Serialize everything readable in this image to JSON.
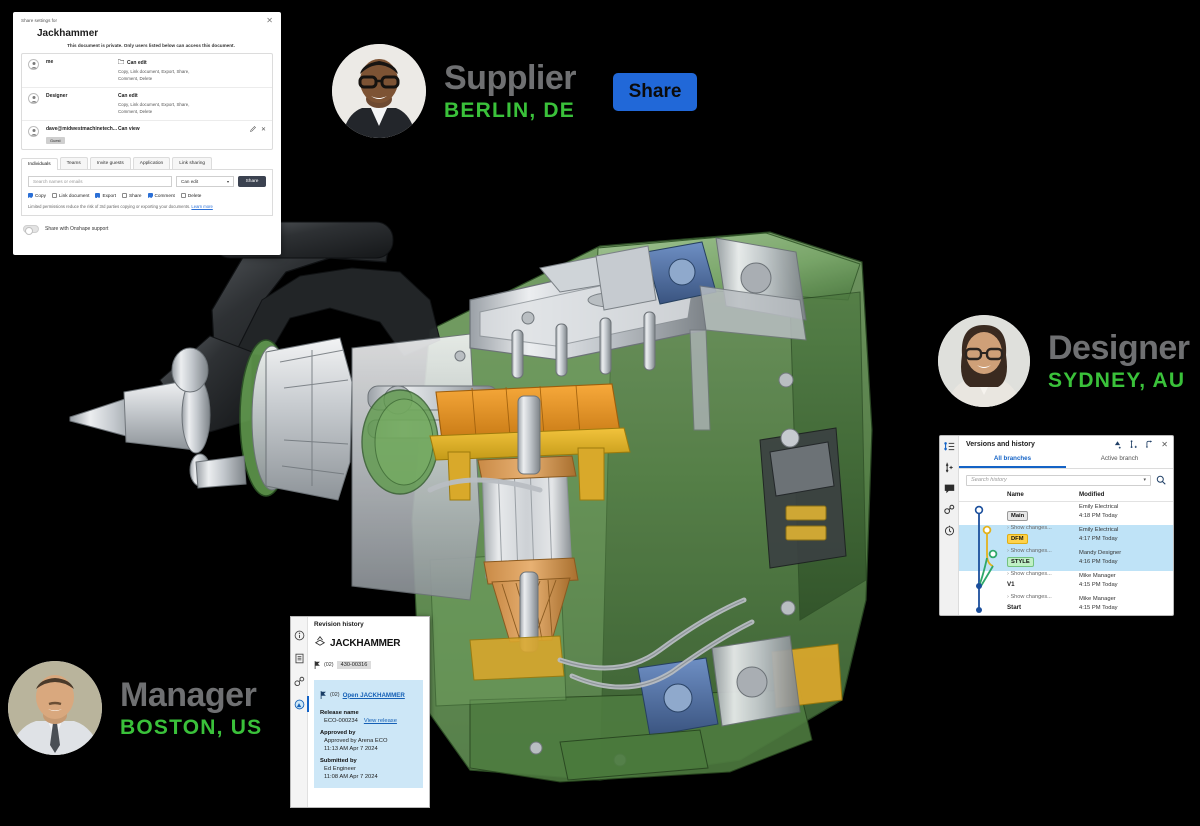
{
  "share_button": {
    "label": "Share"
  },
  "personas": [
    {
      "role": "Supplier",
      "location": "BERLIN, DE",
      "avatar": "supplier-avatar"
    },
    {
      "role": "Designer",
      "location": "SYDNEY, AU",
      "avatar": "designer-avatar"
    },
    {
      "role": "Manager",
      "location": "BOSTON, US",
      "avatar": "manager-avatar"
    }
  ],
  "share_dialog": {
    "header_label": "Share settings for",
    "close_icon": "close-icon",
    "title": "Jackhammer",
    "subtitle": "This document is private. Only users listed below can access this document.",
    "rows": [
      {
        "name": "me",
        "permission": "Can edit",
        "detail": "Copy, Link document, Export, Share, Comment, Delete",
        "badge": "",
        "has_folder_icon": true,
        "has_edit_icon": false
      },
      {
        "name": "Designer",
        "permission": "Can edit",
        "detail": "Copy, Link document, Export, Share, Comment, Delete",
        "badge": "",
        "has_folder_icon": false,
        "has_edit_icon": false
      },
      {
        "name": "dave@midwestmachinetech...",
        "permission": "Can view",
        "detail": "",
        "badge": "Guest",
        "has_folder_icon": false,
        "has_edit_icon": true
      }
    ],
    "tabs": [
      {
        "label": "Individuals",
        "active": true
      },
      {
        "label": "Teams",
        "active": false
      },
      {
        "label": "Invite guests",
        "active": false
      },
      {
        "label": "Application",
        "active": false
      },
      {
        "label": "Link sharing",
        "active": false
      }
    ],
    "search_placeholder": "Search names or emails",
    "permission_select": "Can edit",
    "share_label": "Share",
    "checkboxes": [
      {
        "label": "Copy",
        "checked": true
      },
      {
        "label": "Link document",
        "checked": false
      },
      {
        "label": "Export",
        "checked": true
      },
      {
        "label": "Share",
        "checked": false
      },
      {
        "label": "Comment",
        "checked": true
      },
      {
        "label": "Delete",
        "checked": false
      }
    ],
    "note": "Limited permissions reduce the risk of 3rd parties copying or exporting your documents.",
    "note_link": "Learn more",
    "support_toggle_label": "Share with Onshape support",
    "support_toggle_on": false
  },
  "versions_panel": {
    "title": "Versions and history",
    "rail_icons": [
      "versions-list-icon",
      "add-version-icon",
      "comment-icon",
      "link-icon",
      "history-clock-icon"
    ],
    "header_icons": [
      "create-version-icon",
      "create-branch-icon",
      "restore-icon",
      "close-icon"
    ],
    "tabs": [
      {
        "label": "All branches",
        "active": true
      },
      {
        "label": "Active branch",
        "active": false
      }
    ],
    "search_placeholder": "Search history",
    "columns": {
      "name": "Name",
      "modified": "Modified"
    },
    "rows": [
      {
        "name": "Main",
        "badge_type": "main",
        "show_changes": "Show changes...",
        "author": "Emily Electrical",
        "time": "4:18 PM Today",
        "selected": false
      },
      {
        "name": "DFM",
        "badge_type": "dfm",
        "show_changes": "Show changes...",
        "author": "Emily Electrical",
        "time": "4:17 PM Today",
        "selected": true
      },
      {
        "name": "STYLE",
        "badge_type": "style",
        "show_changes": "Show changes...",
        "author": "Mandy Designer",
        "time": "4:16 PM Today",
        "selected": true
      },
      {
        "name": "V1",
        "badge_type": "plain",
        "show_changes": "Show changes...",
        "author": "Mike Manager",
        "time": "4:15 PM Today",
        "selected": false
      },
      {
        "name": "Start",
        "badge_type": "plain",
        "show_changes": "",
        "author": "Mike Manager",
        "time": "4:15 PM Today",
        "selected": false
      }
    ]
  },
  "revision_panel": {
    "title": "Revision history",
    "rail_icons": [
      "info-icon",
      "document-icon",
      "link-icon",
      "revision-icon"
    ],
    "part_name": "JACKHAMMER",
    "revision": "(02)",
    "part_number": "430-00316",
    "open_link": "Open JACKHAMMER",
    "open_link_revision": "(02)",
    "release_name_label": "Release name",
    "release_name": "ECO-000234",
    "view_release_link": "View release",
    "approved_by_label": "Approved by",
    "approved_by": "Approved by Arena ECO",
    "approved_time": "11:13 AM Apr 7 2024",
    "submitted_by_label": "Submitted by",
    "submitted_by": "Ed Engineer",
    "submitted_time": "11:08 AM Apr 7 2024"
  },
  "colors": {
    "background": "#000000",
    "accent_blue": "#2168d8",
    "location_green": "#3ac13a",
    "role_gray": "#6f7072",
    "selected_row": "#bfe3f7",
    "revision_card": "#cde7f7"
  }
}
